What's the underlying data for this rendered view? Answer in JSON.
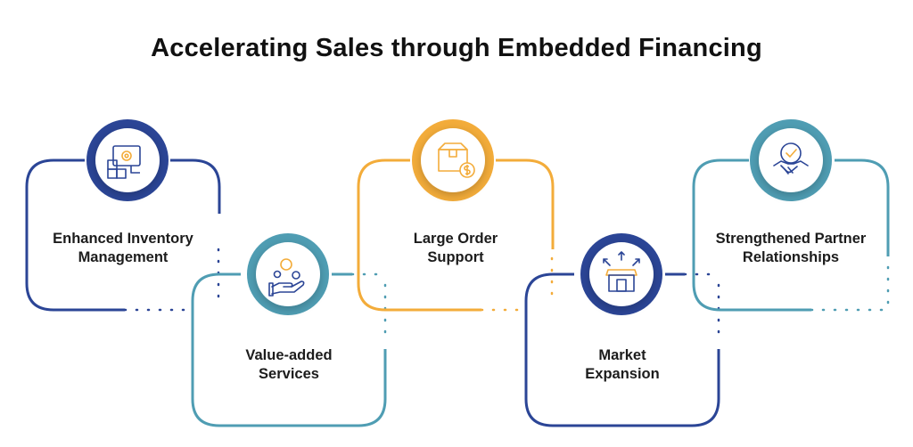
{
  "title": "Accelerating Sales through Embedded Financing",
  "colors": {
    "navy": "#2b4596",
    "teal": "#4f9db3",
    "orange": "#f3ac3a",
    "icon_stroke": "#2b4596",
    "icon_accent": "#f3ac3a"
  },
  "steps": [
    {
      "line1": "Enhanced Inventory",
      "line2": "Management",
      "icon": "inventory-monitor-gear-icon",
      "color": "navy"
    },
    {
      "line1": "Value-added",
      "line2": "Services",
      "icon": "hand-coins-service-icon",
      "color": "teal"
    },
    {
      "line1": "Large Order",
      "line2": "Support",
      "icon": "box-dollar-icon",
      "color": "orange"
    },
    {
      "line1": "Market",
      "line2": "Expansion",
      "icon": "storefront-arrows-icon",
      "color": "navy"
    },
    {
      "line1": "Strengthened Partner",
      "line2": "Relationships",
      "icon": "handshake-check-icon",
      "color": "teal"
    }
  ]
}
